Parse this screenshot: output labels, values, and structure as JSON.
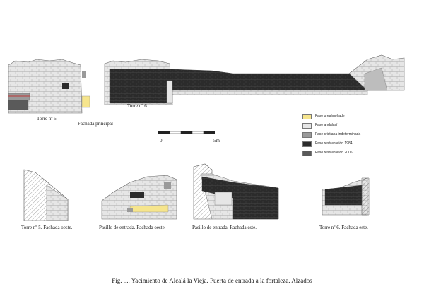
{
  "figure": {
    "caption": "Fig. .... Yacimiento de Alcalá la Vieja. Puerta de entrada a la fortaleza. Alzados"
  },
  "main_elevation": {
    "labels": {
      "torre5": "Torre nº 5",
      "torre6": "Torre nº 6",
      "fachada": "Fachada principal"
    }
  },
  "scale_bar": {
    "start": "0",
    "end": "5m"
  },
  "legend": {
    "items": [
      {
        "label": "Fase prealmohade",
        "color": "#f6e58d"
      },
      {
        "label": "Fase andalusí",
        "color": "#e6e6e6"
      },
      {
        "label": "Fase cristiana indeterminada",
        "color": "#9a9a9a"
      },
      {
        "label": "Fase restauración 1984",
        "color": "#2b2b2b"
      },
      {
        "label": "Fase restauración 2006",
        "color": "#5a5a5a"
      }
    ]
  },
  "sub_elevations": [
    {
      "label": "Torre nº 5. Fachada oeste."
    },
    {
      "label": "Pasillo de entrada. Fachada oeste."
    },
    {
      "label": "Pasillo de entrada. Fachada este."
    },
    {
      "label": "Torre nº 6. Fachada este."
    }
  ]
}
